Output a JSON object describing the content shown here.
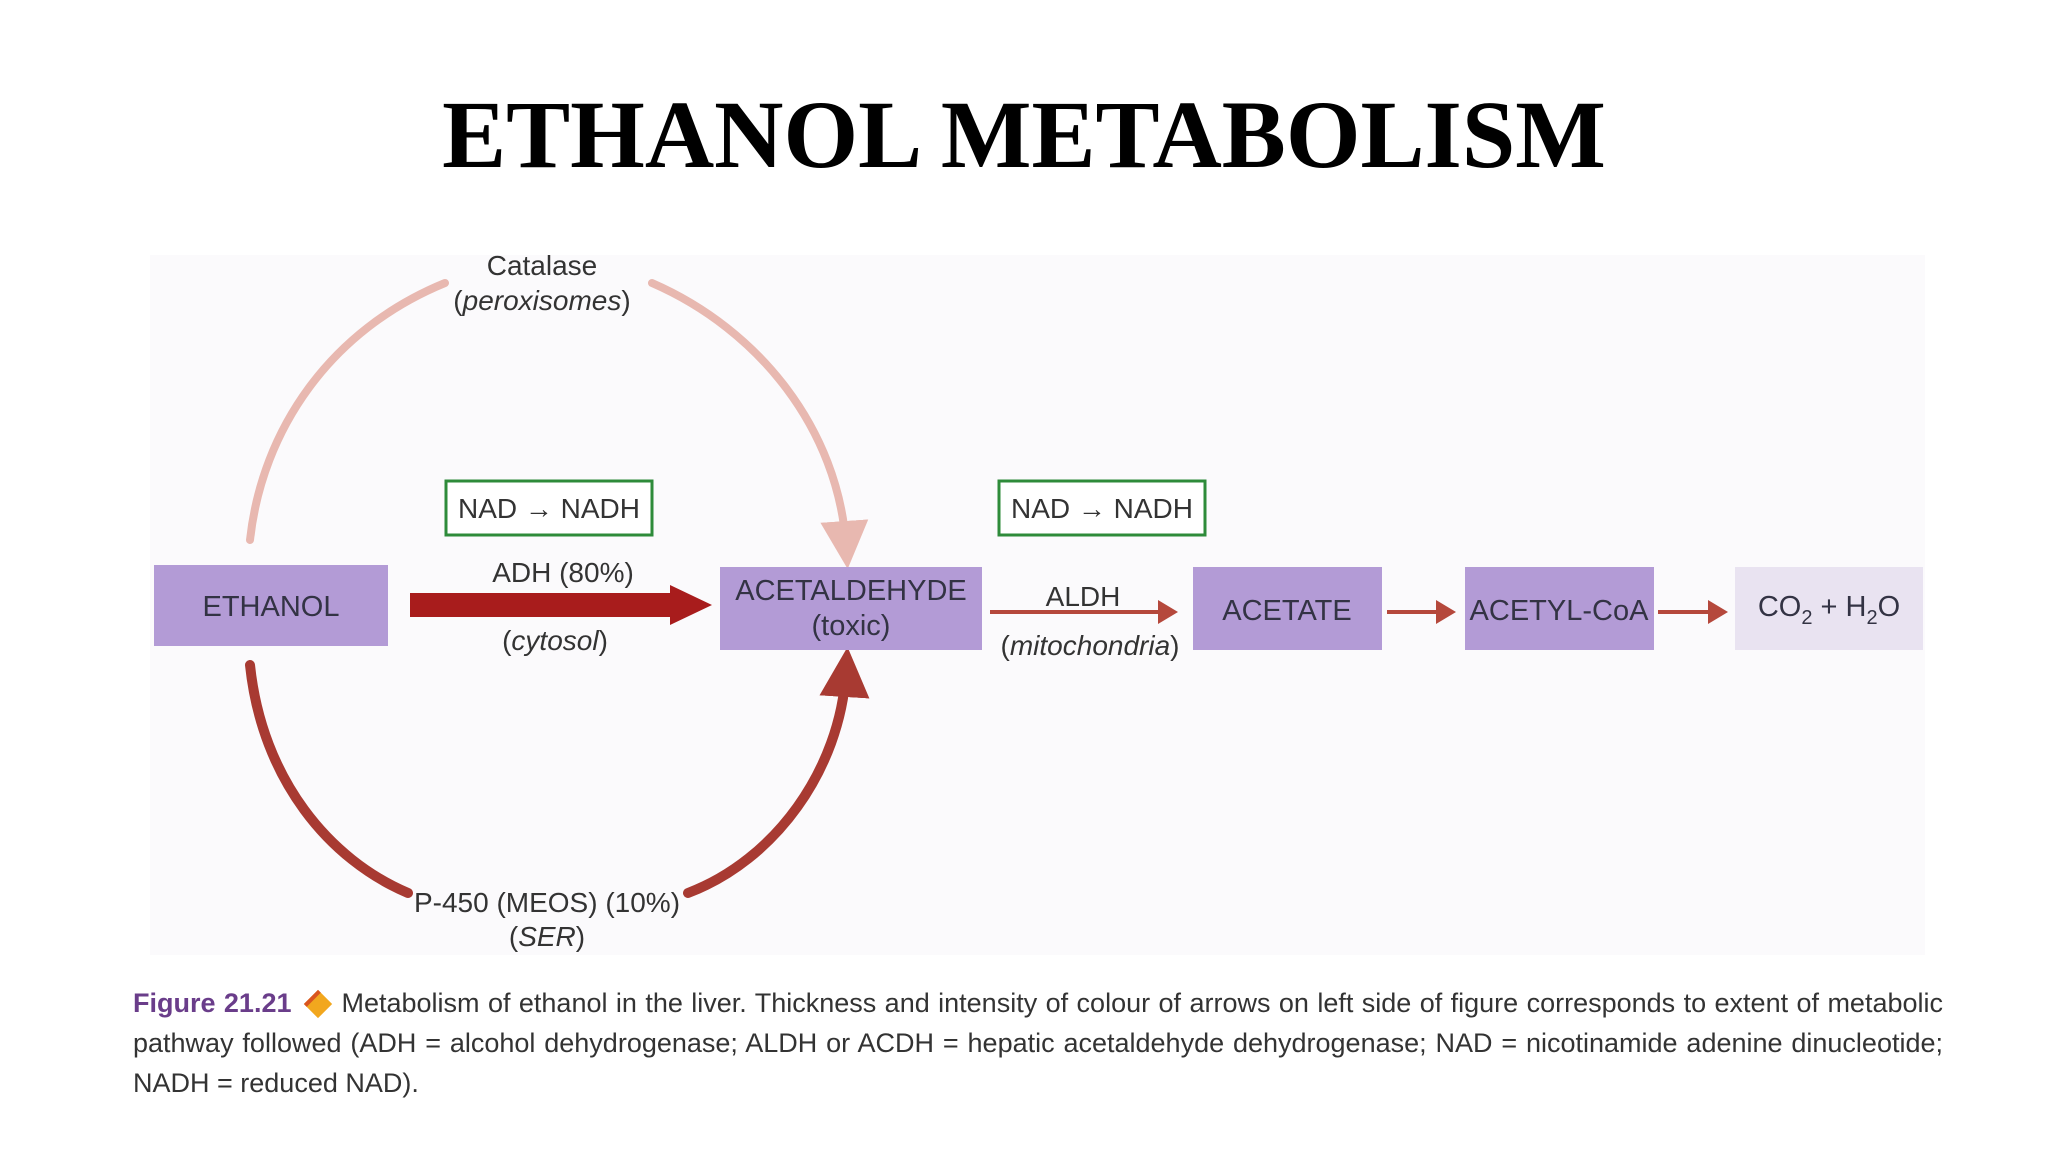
{
  "title": "ETHANOL METABOLISM",
  "nodes": {
    "ethanol": "ETHANOL",
    "acetaldehyde": "ACETALDEHYDE",
    "acetaldehyde_note": "(toxic)",
    "acetate": "ACETATE",
    "acetyl_coa": "ACETYL-CoA",
    "co2": "CO",
    "co2_sub": "2",
    "plus_h": " + H",
    "h2o_sub": "2",
    "h2o_o": "O"
  },
  "pathways": {
    "catalase": {
      "enzyme": "Catalase",
      "location": "peroxisomes"
    },
    "adh": {
      "cofactor": "NAD → NADH",
      "enzyme": "ADH (80%)",
      "location": "cytosol"
    },
    "p450": {
      "enzyme": "P-450 (MEOS) (10%)",
      "location": "SER"
    },
    "aldh": {
      "cofactor": "NAD → NADH",
      "enzyme": "ALDH",
      "location": "mitochondria"
    }
  },
  "caption": {
    "label": "Figure 21.21",
    "text": "Metabolism of ethanol in the liver. Thickness and intensity of colour of arrows on left side of figure corresponds to extent of metabolic pathway followed (ADH = alcohol dehydrogenase; ALDH or ACDH = hepatic acetaldehyde dehydrogenase; NAD = nicotinamide adenine dinucleotide; NADH = reduced NAD)."
  },
  "colors": {
    "node_fill": "#b39bd6",
    "node_fill_light": "#e9e3f1",
    "adh_arrow": "#a81c1c",
    "p450_arrow": "#a83a32",
    "catalase_arrow": "#e8b8b0",
    "chain_arrow": "#b5483c",
    "cofactor_border": "#2e8b3a",
    "caption_label": "#6a3d8a"
  }
}
